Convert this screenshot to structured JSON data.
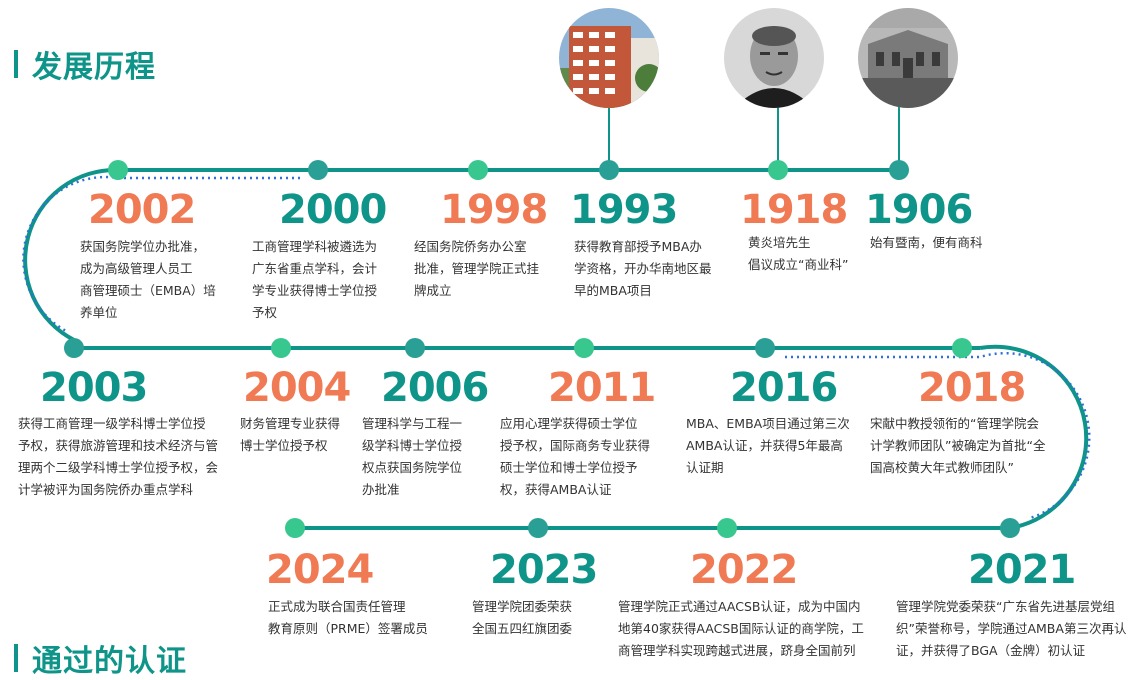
{
  "section_title": "发展历程",
  "next_section_title": "通过的认证",
  "colors": {
    "teal": "#0e9489",
    "orange": "#ef7a54",
    "node_light": "#37c78f",
    "node_dark": "#2a9f95"
  },
  "photos": [
    {
      "name": "building-photo",
      "description_icon": "modern-building"
    },
    {
      "name": "portrait-photo",
      "description_icon": "elderly-man-portrait"
    },
    {
      "name": "old-building-photo",
      "description_icon": "historic-building"
    }
  ],
  "events": [
    {
      "year": "2002",
      "color": "orange",
      "lines": [
        "获国务院学位办批准，",
        "成为高级管理人员工",
        "商管理硕士（EMBA）培",
        "养单位"
      ]
    },
    {
      "year": "2000",
      "color": "teal",
      "lines": [
        "工商管理学科被遴选为",
        "广东省重点学科，会计",
        "学专业获得博士学位授",
        "予权"
      ]
    },
    {
      "year": "1998",
      "color": "orange",
      "lines": [
        "经国务院侨务办公室",
        "批准，管理学院正式挂",
        "牌成立"
      ]
    },
    {
      "year": "1993",
      "color": "teal",
      "lines": [
        "获得教育部授予MBA办",
        "学资格，开办华南地区最",
        "早的MBA项目"
      ]
    },
    {
      "year": "1918",
      "color": "orange",
      "lines": [
        "黄炎培先生",
        "倡议成立“商业科”"
      ]
    },
    {
      "year": "1906",
      "color": "teal",
      "lines": [
        "始有暨南，便有商科"
      ]
    },
    {
      "year": "2003",
      "color": "teal",
      "lines": [
        "获得工商管理一级学科博士学位授",
        "予权，获得旅游管理和技术经济与管",
        "理两个二级学科博士学位授予权，会",
        "计学被评为国务院侨办重点学科"
      ]
    },
    {
      "year": "2004",
      "color": "orange",
      "lines": [
        "财务管理专业获得",
        "博士学位授予权"
      ]
    },
    {
      "year": "2006",
      "color": "teal",
      "lines": [
        "管理科学与工程一",
        "级学科博士学位授",
        "权点获国务院学位",
        "办批准"
      ]
    },
    {
      "year": "2011",
      "color": "orange",
      "lines": [
        "应用心理学获得硕士学位",
        "授予权，国际商务专业获得",
        "硕士学位和博士学位授予",
        "权，获得AMBA认证"
      ]
    },
    {
      "year": "2016",
      "color": "teal",
      "lines": [
        "MBA、EMBA项目通过第三次",
        "AMBA认证，并获得5年最高",
        "认证期"
      ]
    },
    {
      "year": "2018",
      "color": "orange",
      "lines": [
        "宋献中教授领衔的“管理学院会",
        "计学教师团队”被确定为首批“全",
        "国高校黄大年式教师团队”"
      ]
    },
    {
      "year": "2024",
      "color": "orange",
      "lines": [
        "正式成为联合国责任管理",
        "教育原则（PRME）签署成员"
      ]
    },
    {
      "year": "2023",
      "color": "teal",
      "lines": [
        "管理学院团委荣获",
        "全国五四红旗团委"
      ]
    },
    {
      "year": "2022",
      "color": "orange",
      "lines": [
        "管理学院正式通过AACSB认证，成为中国内",
        "地第40家获得AACSB国际认证的商学院，工",
        "商管理学科实现跨越式进展，跻身全国前列"
      ]
    },
    {
      "year": "2021",
      "color": "teal",
      "lines": [
        "管理学院党委荣获“广东省先进基层党组",
        "织”荣誉称号，学院通过AMBA第三次再认",
        "证，并获得了BGA（金牌）初认证"
      ]
    }
  ]
}
